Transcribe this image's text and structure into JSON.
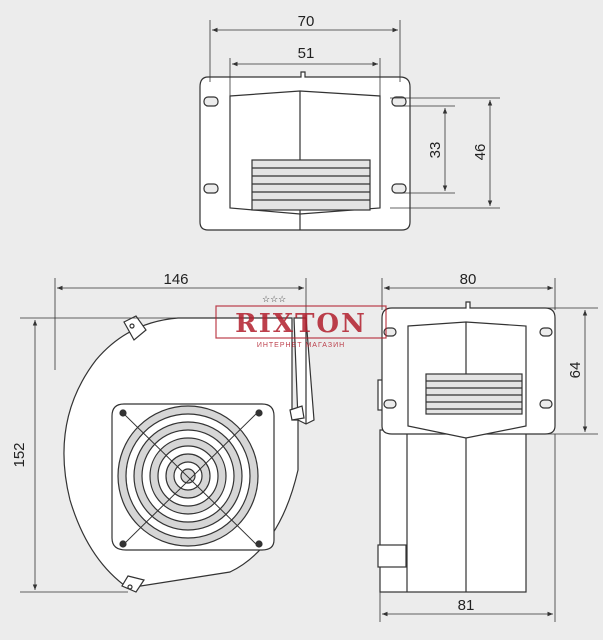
{
  "dimensions": {
    "top_width_outer": "70",
    "top_width_inner": "51",
    "top_outlet_height": "33",
    "top_height": "46",
    "front_width": "146",
    "front_height": "152",
    "side_width": "80",
    "side_outlet_height": "64",
    "side_bottom_width": "81"
  },
  "watermark": {
    "brand": "RIXTON",
    "tagline": "ИНТЕРНЕТ МАГАЗИН",
    "brand_color": "#b21f2d"
  },
  "colors": {
    "background": "#ececec",
    "line": "#333333",
    "body_fill": "#ffffff",
    "grille_fill": "#d6d6d6"
  }
}
